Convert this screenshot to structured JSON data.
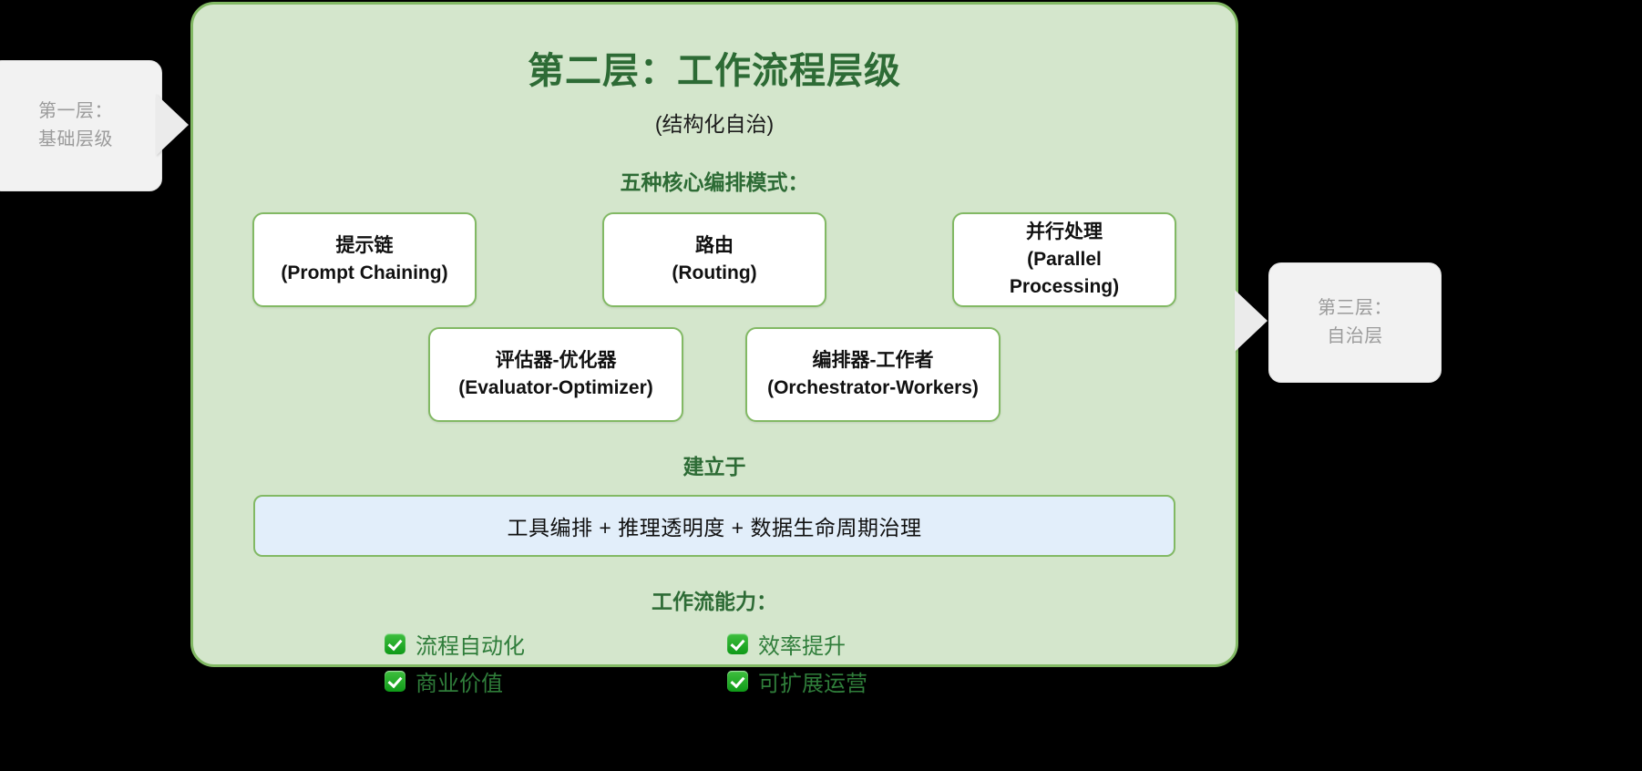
{
  "left_layer_chip": {
    "line1": "第一层：",
    "line2": "基础层级"
  },
  "right_layer_chip": {
    "line1": "第三层：",
    "line2": "自治层"
  },
  "panel": {
    "title": "第二层：工作流程层级",
    "subtitle": "(结构化自治)",
    "patterns_heading": "五种核心编排模式：",
    "built_on_heading": "建立于",
    "capabilities_heading": "工作流能力：",
    "foundation_text": "工具编排 + 推理透明度 + 数据生命周期治理"
  },
  "patterns": {
    "row_top": [
      {
        "zh": "提示链",
        "en": "(Prompt Chaining)"
      },
      {
        "zh": "路由",
        "en": "(Routing)"
      },
      {
        "zh": "并行处理",
        "en": "(Parallel Processing)"
      }
    ],
    "row_bottom": [
      {
        "zh": "评估器-优化器",
        "en": "(Evaluator-Optimizer)"
      },
      {
        "zh": "编排器-工作者",
        "en": "(Orchestrator-Workers)"
      }
    ]
  },
  "capabilities": [
    {
      "icon": "check-mark-icon",
      "label": "流程自动化"
    },
    {
      "icon": "check-mark-icon",
      "label": "效率提升"
    },
    {
      "icon": "check-mark-icon",
      "label": "商业价值"
    },
    {
      "icon": "check-mark-icon",
      "label": "可扩展运营"
    }
  ],
  "colors": {
    "panel_fill": "#d4e6cc",
    "panel_border": "#82b964",
    "title_green": "#2d6b35",
    "card_fill": "#ffffff",
    "foundation_fill": "#e2eefa",
    "chip_fill": "#f2f2f2",
    "chip_text": "#9b9b9b",
    "capability_green": "#2f7d3a",
    "background": "#000000"
  }
}
